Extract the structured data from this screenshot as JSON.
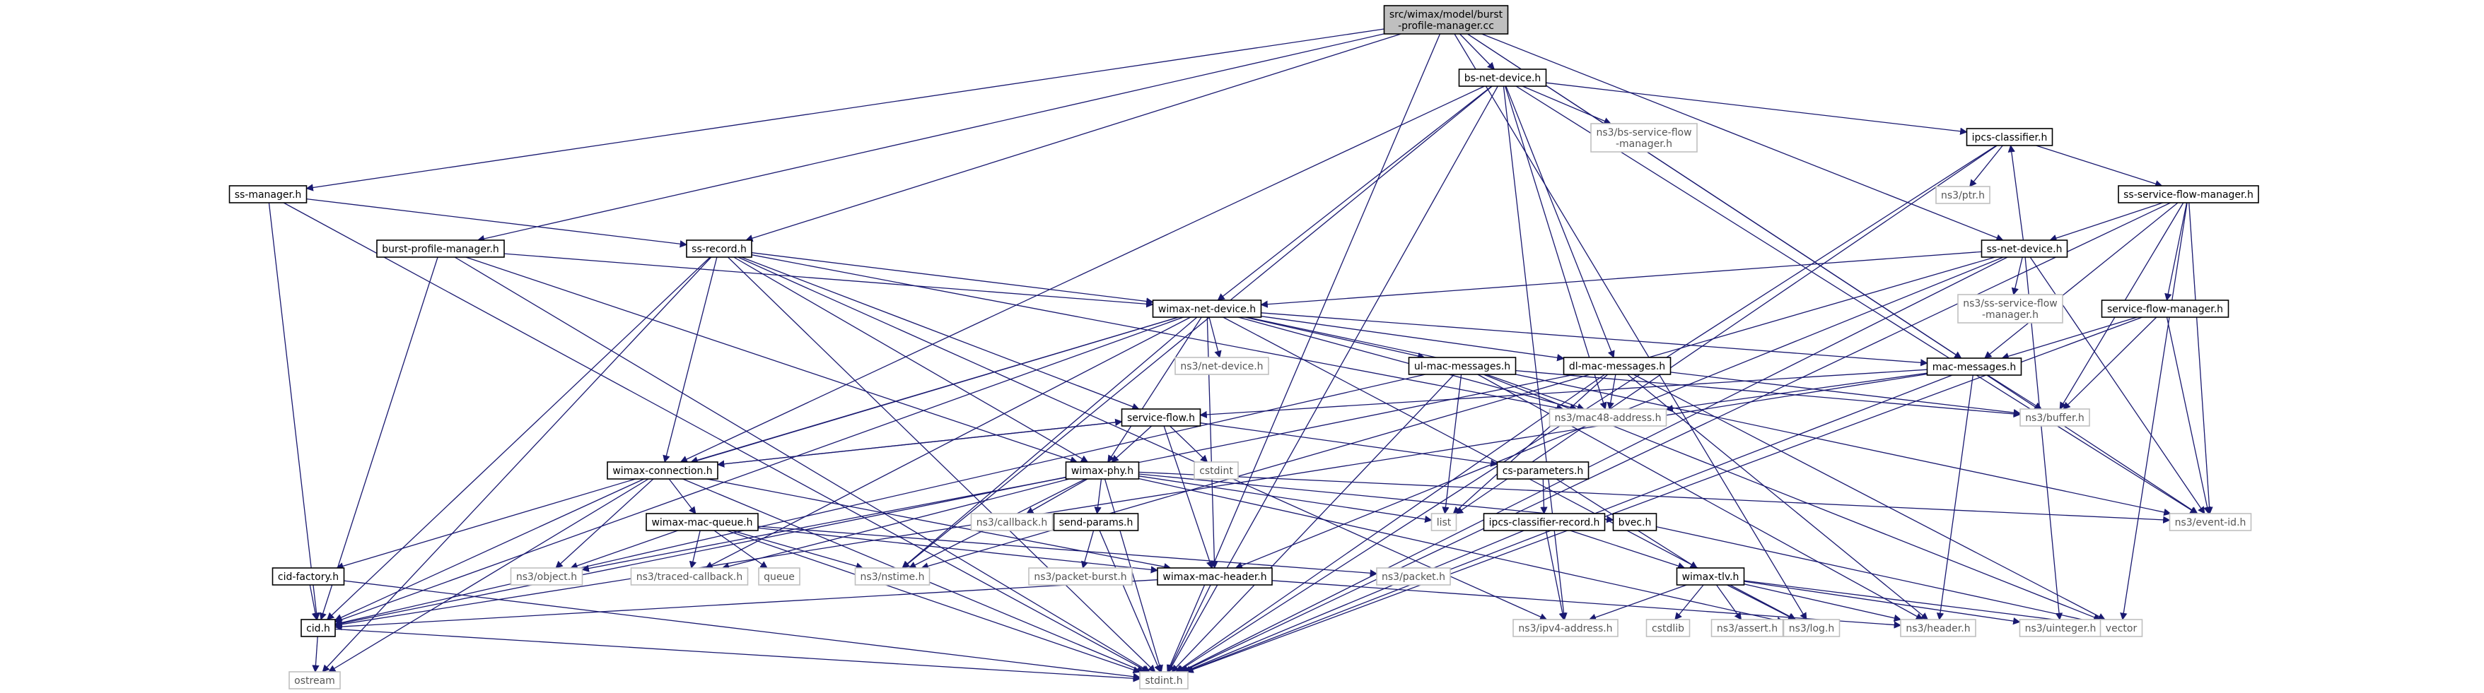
{
  "diagram": {
    "title": "src/wimax/model/burst-profile-manager.cc include dependency graph",
    "colors": {
      "edge": "#191970",
      "root_fill": "#bfbfbf",
      "node_border": "#000000",
      "system_border": "#bfbfbf",
      "text": "#000000",
      "system_text": "#555555"
    },
    "nodes": [
      {
        "id": "root",
        "lines": [
          "src/wimax/model/burst",
          "-profile-manager.cc"
        ],
        "kind": "root"
      },
      {
        "id": "bs-net-device",
        "lines": [
          "bs-net-device.h"
        ],
        "kind": "header"
      },
      {
        "id": "ns3-bs-service-flow-manager",
        "lines": [
          "ns3/bs-service-flow",
          "-manager.h"
        ],
        "kind": "system"
      },
      {
        "id": "ipcs-classifier",
        "lines": [
          "ipcs-classifier.h"
        ],
        "kind": "header"
      },
      {
        "id": "ns3-ptr",
        "lines": [
          "ns3/ptr.h"
        ],
        "kind": "system"
      },
      {
        "id": "ss-service-flow-manager",
        "lines": [
          "ss-service-flow-manager.h"
        ],
        "kind": "header"
      },
      {
        "id": "ss-manager",
        "lines": [
          "ss-manager.h"
        ],
        "kind": "header"
      },
      {
        "id": "ss-net-device",
        "lines": [
          "ss-net-device.h"
        ],
        "kind": "header"
      },
      {
        "id": "ns3-ss-service-flow-manager",
        "lines": [
          "ns3/ss-service-flow",
          "-manager.h"
        ],
        "kind": "system"
      },
      {
        "id": "service-flow-manager",
        "lines": [
          "service-flow-manager.h"
        ],
        "kind": "header"
      },
      {
        "id": "burst-profile-manager",
        "lines": [
          "burst-profile-manager.h"
        ],
        "kind": "header"
      },
      {
        "id": "ss-record",
        "lines": [
          "ss-record.h"
        ],
        "kind": "header"
      },
      {
        "id": "wimax-net-device",
        "lines": [
          "wimax-net-device.h"
        ],
        "kind": "header"
      },
      {
        "id": "ns3-net-device",
        "lines": [
          "ns3/net-device.h"
        ],
        "kind": "system"
      },
      {
        "id": "ul-mac-messages",
        "lines": [
          "ul-mac-messages.h"
        ],
        "kind": "header"
      },
      {
        "id": "dl-mac-messages",
        "lines": [
          "dl-mac-messages.h"
        ],
        "kind": "header"
      },
      {
        "id": "mac-messages",
        "lines": [
          "mac-messages.h"
        ],
        "kind": "header"
      },
      {
        "id": "ns3-mac48-address",
        "lines": [
          "ns3/mac48-address.h"
        ],
        "kind": "system"
      },
      {
        "id": "ns3-buffer",
        "lines": [
          "ns3/buffer.h"
        ],
        "kind": "system"
      },
      {
        "id": "service-flow",
        "lines": [
          "service-flow.h"
        ],
        "kind": "header"
      },
      {
        "id": "cstdint",
        "lines": [
          "cstdint"
        ],
        "kind": "system"
      },
      {
        "id": "wimax-connection",
        "lines": [
          "wimax-connection.h"
        ],
        "kind": "header"
      },
      {
        "id": "wimax-phy",
        "lines": [
          "wimax-phy.h"
        ],
        "kind": "header"
      },
      {
        "id": "cs-parameters",
        "lines": [
          "cs-parameters.h"
        ],
        "kind": "header"
      },
      {
        "id": "ns3-callback",
        "lines": [
          "ns3/callback.h"
        ],
        "kind": "system"
      },
      {
        "id": "list",
        "lines": [
          "list"
        ],
        "kind": "system"
      },
      {
        "id": "bvec",
        "lines": [
          "bvec.h"
        ],
        "kind": "header"
      },
      {
        "id": "ns3-event-id",
        "lines": [
          "ns3/event-id.h"
        ],
        "kind": "system"
      },
      {
        "id": "wimax-mac-queue",
        "lines": [
          "wimax-mac-queue.h"
        ],
        "kind": "header"
      },
      {
        "id": "send-params",
        "lines": [
          "send-params.h"
        ],
        "kind": "header"
      },
      {
        "id": "ipcs-classifier-record",
        "lines": [
          "ipcs-classifier-record.h"
        ],
        "kind": "header"
      },
      {
        "id": "cid-factory",
        "lines": [
          "cid-factory.h"
        ],
        "kind": "header"
      },
      {
        "id": "ns3-object",
        "lines": [
          "ns3/object.h"
        ],
        "kind": "system"
      },
      {
        "id": "ns3-traced-callback",
        "lines": [
          "ns3/traced-callback.h"
        ],
        "kind": "system"
      },
      {
        "id": "queue",
        "lines": [
          "queue"
        ],
        "kind": "system"
      },
      {
        "id": "ns3-nstime",
        "lines": [
          "ns3/nstime.h"
        ],
        "kind": "system"
      },
      {
        "id": "wimax-mac-header",
        "lines": [
          "wimax-mac-header.h"
        ],
        "kind": "header"
      },
      {
        "id": "ns3-packet-burst",
        "lines": [
          "ns3/packet-burst.h"
        ],
        "kind": "system"
      },
      {
        "id": "ns3-packet",
        "lines": [
          "ns3/packet.h"
        ],
        "kind": "system"
      },
      {
        "id": "wimax-tlv",
        "lines": [
          "wimax-tlv.h"
        ],
        "kind": "header"
      },
      {
        "id": "cid",
        "lines": [
          "cid.h"
        ],
        "kind": "header"
      },
      {
        "id": "ns3-ipv4-address",
        "lines": [
          "ns3/ipv4-address.h"
        ],
        "kind": "system"
      },
      {
        "id": "cstdlib",
        "lines": [
          "cstdlib"
        ],
        "kind": "system"
      },
      {
        "id": "ns3-assert",
        "lines": [
          "ns3/assert.h"
        ],
        "kind": "system"
      },
      {
        "id": "ns3-log",
        "lines": [
          "ns3/log.h"
        ],
        "kind": "system"
      },
      {
        "id": "ns3-header",
        "lines": [
          "ns3/header.h"
        ],
        "kind": "system"
      },
      {
        "id": "ns3-uinteger",
        "lines": [
          "ns3/uinteger.h"
        ],
        "kind": "system"
      },
      {
        "id": "vector",
        "lines": [
          "vector"
        ],
        "kind": "system"
      },
      {
        "id": "ostream",
        "lines": [
          "ostream"
        ],
        "kind": "system"
      },
      {
        "id": "stdint",
        "lines": [
          "stdint.h"
        ],
        "kind": "system"
      }
    ],
    "edges": [
      [
        "root",
        "bs-net-device"
      ],
      [
        "root",
        "ss-manager"
      ],
      [
        "root",
        "burst-profile-manager"
      ],
      [
        "root",
        "ss-record"
      ],
      [
        "root",
        "ss-net-device"
      ],
      [
        "root",
        "mac-messages"
      ],
      [
        "root",
        "ns3-log"
      ],
      [
        "root",
        "ns3-event-id"
      ],
      [
        "root",
        "stdint"
      ],
      [
        "bs-net-device",
        "ns3-bs-service-flow-manager"
      ],
      [
        "bs-net-device",
        "ipcs-classifier"
      ],
      [
        "bs-net-device",
        "wimax-net-device"
      ],
      [
        "bs-net-device",
        "dl-mac-messages"
      ],
      [
        "bs-net-device",
        "ns3-mac48-address"
      ],
      [
        "bs-net-device",
        "wimax-connection"
      ],
      [
        "bs-net-device",
        "ns3-nstime"
      ],
      [
        "bs-net-device",
        "ns3-ipv4-address"
      ],
      [
        "bs-net-device",
        "ns3-event-id"
      ],
      [
        "bs-net-device",
        "stdint"
      ],
      [
        "ipcs-classifier",
        "ns3-ptr"
      ],
      [
        "ipcs-classifier",
        "ss-service-flow-manager"
      ],
      [
        "ipcs-classifier",
        "list"
      ],
      [
        "ipcs-classifier",
        "stdint"
      ],
      [
        "ss-service-flow-manager",
        "ss-net-device"
      ],
      [
        "ss-service-flow-manager",
        "service-flow-manager"
      ],
      [
        "ss-service-flow-manager",
        "mac-messages"
      ],
      [
        "ss-service-flow-manager",
        "ns3-buffer"
      ],
      [
        "ss-service-flow-manager",
        "ns3-event-id"
      ],
      [
        "ss-service-flow-manager",
        "vector"
      ],
      [
        "ss-service-flow-manager",
        "stdint"
      ],
      [
        "ss-net-device",
        "ipcs-classifier"
      ],
      [
        "ss-net-device",
        "ns3-ss-service-flow-manager"
      ],
      [
        "ss-net-device",
        "wimax-net-device"
      ],
      [
        "ss-net-device",
        "wimax-mac-header"
      ],
      [
        "ss-net-device",
        "ns3-nstime"
      ],
      [
        "ss-net-device",
        "ns3-event-id"
      ],
      [
        "ss-net-device",
        "ns3-uinteger"
      ],
      [
        "ss-net-device",
        "stdint"
      ],
      [
        "service-flow-manager",
        "mac-messages"
      ],
      [
        "service-flow-manager",
        "ns3-buffer"
      ],
      [
        "service-flow-manager",
        "ns3-event-id"
      ],
      [
        "service-flow-manager",
        "stdint"
      ],
      [
        "ss-manager",
        "ss-record"
      ],
      [
        "ss-manager",
        "cid"
      ],
      [
        "ss-manager",
        "stdint"
      ],
      [
        "burst-profile-manager",
        "wimax-net-device"
      ],
      [
        "burst-profile-manager",
        "wimax-phy"
      ],
      [
        "burst-profile-manager",
        "cid"
      ],
      [
        "burst-profile-manager",
        "stdint"
      ],
      [
        "ss-record",
        "wimax-net-device"
      ],
      [
        "ss-record",
        "service-flow"
      ],
      [
        "ss-record",
        "wimax-connection"
      ],
      [
        "ss-record",
        "wimax-phy"
      ],
      [
        "ss-record",
        "ns3-mac48-address"
      ],
      [
        "ss-record",
        "ns3-ipv4-address"
      ],
      [
        "ss-record",
        "cid"
      ],
      [
        "ss-record",
        "ostream"
      ],
      [
        "ss-record",
        "stdint"
      ],
      [
        "wimax-net-device",
        "ns3-net-device"
      ],
      [
        "wimax-net-device",
        "ul-mac-messages"
      ],
      [
        "wimax-net-device",
        "dl-mac-messages"
      ],
      [
        "wimax-net-device",
        "mac-messages"
      ],
      [
        "wimax-net-device",
        "ns3-mac48-address"
      ],
      [
        "wimax-net-device",
        "wimax-connection"
      ],
      [
        "wimax-net-device",
        "wimax-phy"
      ],
      [
        "wimax-net-device",
        "wimax-mac-header"
      ],
      [
        "wimax-net-device",
        "cid-factory"
      ],
      [
        "wimax-net-device",
        "ns3-traced-callback"
      ],
      [
        "wimax-net-device",
        "ns3-nstime"
      ],
      [
        "wimax-net-device",
        "ns3-log"
      ],
      [
        "wimax-net-device",
        "ns3-event-id"
      ],
      [
        "wimax-net-device",
        "cid"
      ],
      [
        "ul-mac-messages",
        "ns3-buffer"
      ],
      [
        "ul-mac-messages",
        "ns3-header"
      ],
      [
        "ul-mac-messages",
        "list"
      ],
      [
        "ul-mac-messages",
        "vector"
      ],
      [
        "ul-mac-messages",
        "stdint"
      ],
      [
        "ul-mac-messages",
        "cid"
      ],
      [
        "ul-mac-messages",
        "ns3-mac48-address"
      ],
      [
        "dl-mac-messages",
        "ns3-buffer"
      ],
      [
        "dl-mac-messages",
        "ns3-header"
      ],
      [
        "dl-mac-messages",
        "ns3-mac48-address"
      ],
      [
        "dl-mac-messages",
        "cid"
      ],
      [
        "dl-mac-messages",
        "vector"
      ],
      [
        "dl-mac-messages",
        "stdint"
      ],
      [
        "dl-mac-messages",
        "list"
      ],
      [
        "mac-messages",
        "service-flow"
      ],
      [
        "mac-messages",
        "ns3-buffer"
      ],
      [
        "mac-messages",
        "ns3-mac48-address"
      ],
      [
        "mac-messages",
        "ns3-header"
      ],
      [
        "mac-messages",
        "stdint"
      ],
      [
        "mac-messages",
        "cid"
      ],
      [
        "service-flow",
        "cstdint"
      ],
      [
        "service-flow",
        "wimax-connection"
      ],
      [
        "service-flow",
        "wimax-phy"
      ],
      [
        "service-flow",
        "cs-parameters"
      ],
      [
        "service-flow",
        "wimax-mac-header"
      ],
      [
        "wimax-connection",
        "service-flow"
      ],
      [
        "wimax-connection",
        "wimax-mac-queue"
      ],
      [
        "wimax-connection",
        "wimax-mac-header"
      ],
      [
        "wimax-connection",
        "ns3-object"
      ],
      [
        "wimax-connection",
        "cid"
      ],
      [
        "wimax-connection",
        "ostream"
      ],
      [
        "wimax-connection",
        "stdint"
      ],
      [
        "wimax-phy",
        "ns3-callback"
      ],
      [
        "wimax-phy",
        "list"
      ],
      [
        "wimax-phy",
        "bvec"
      ],
      [
        "wimax-phy",
        "send-params"
      ],
      [
        "wimax-phy",
        "ns3-nstime"
      ],
      [
        "wimax-phy",
        "ns3-event-id"
      ],
      [
        "wimax-phy",
        "ns3-object"
      ],
      [
        "wimax-phy",
        "ns3-traced-callback"
      ],
      [
        "wimax-phy",
        "ns3-log"
      ],
      [
        "wimax-phy",
        "stdint"
      ],
      [
        "cs-parameters",
        "ipcs-classifier-record"
      ],
      [
        "cs-parameters",
        "wimax-tlv"
      ],
      [
        "bvec",
        "vector"
      ],
      [
        "wimax-mac-queue",
        "ns3-object"
      ],
      [
        "wimax-mac-queue",
        "ns3-traced-callback"
      ],
      [
        "wimax-mac-queue",
        "queue"
      ],
      [
        "wimax-mac-queue",
        "ns3-nstime"
      ],
      [
        "wimax-mac-queue",
        "wimax-mac-header"
      ],
      [
        "wimax-mac-queue",
        "ns3-packet"
      ],
      [
        "wimax-mac-queue",
        "stdint"
      ],
      [
        "send-params",
        "ns3-packet-burst"
      ],
      [
        "send-params",
        "stdint"
      ],
      [
        "ipcs-classifier-record",
        "ns3-ipv4-address"
      ],
      [
        "ipcs-classifier-record",
        "wimax-tlv"
      ],
      [
        "ipcs-classifier-record",
        "stdint"
      ],
      [
        "cid-factory",
        "cid"
      ],
      [
        "cid-factory",
        "stdint"
      ],
      [
        "wimax-mac-header",
        "cid"
      ],
      [
        "wimax-mac-header",
        "ns3-header"
      ],
      [
        "wimax-mac-header",
        "stdint"
      ],
      [
        "wimax-tlv",
        "ns3-ipv4-address"
      ],
      [
        "wimax-tlv",
        "cstdlib"
      ],
      [
        "wimax-tlv",
        "ns3-assert"
      ],
      [
        "wimax-tlv",
        "ns3-log"
      ],
      [
        "wimax-tlv",
        "ns3-header"
      ],
      [
        "wimax-tlv",
        "ns3-uinteger"
      ],
      [
        "wimax-tlv",
        "vector"
      ],
      [
        "cid",
        "ostream"
      ],
      [
        "cid",
        "stdint"
      ]
    ]
  }
}
